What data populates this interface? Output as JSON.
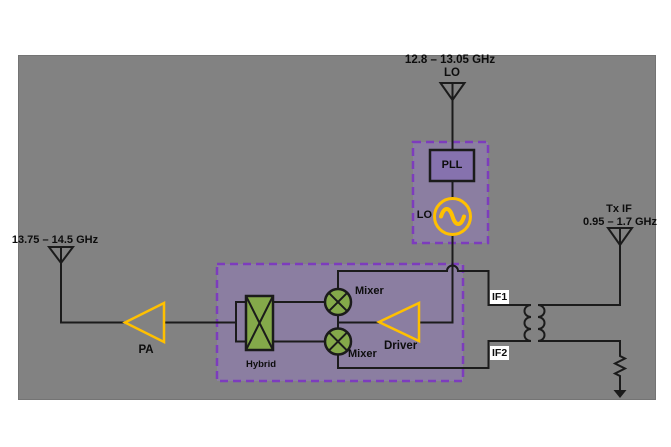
{
  "colors": {
    "page_bg": "#ffffff",
    "panel_bg": "#828282",
    "panel_border": "#747474",
    "wire": "#1b1b1b",
    "purple_fill": "#8b7ea1",
    "purple_border": "#7d3cbd",
    "pll_fill": "#8672ae",
    "yellow": "#ffc000",
    "green": "#84a94a",
    "label_bg": "#ffffff",
    "text": "#0d0d0d"
  },
  "lo_chain": {
    "freq": "12.8 – 13.05 GHz",
    "port": "LO",
    "pll": "PLL",
    "osc": "LO"
  },
  "tx_if": {
    "title": "Tx IF",
    "freq": "0.95 – 1.7 GHz",
    "if1": "IF1",
    "if2": "IF2"
  },
  "rf_out": {
    "freq": "13.75 – 14.5 GHz",
    "pa": "PA"
  },
  "upconverter": {
    "hybrid": "Hybrid",
    "mixer_top": "Mixer",
    "mixer_bottom": "Mixer",
    "driver": "Driver"
  }
}
